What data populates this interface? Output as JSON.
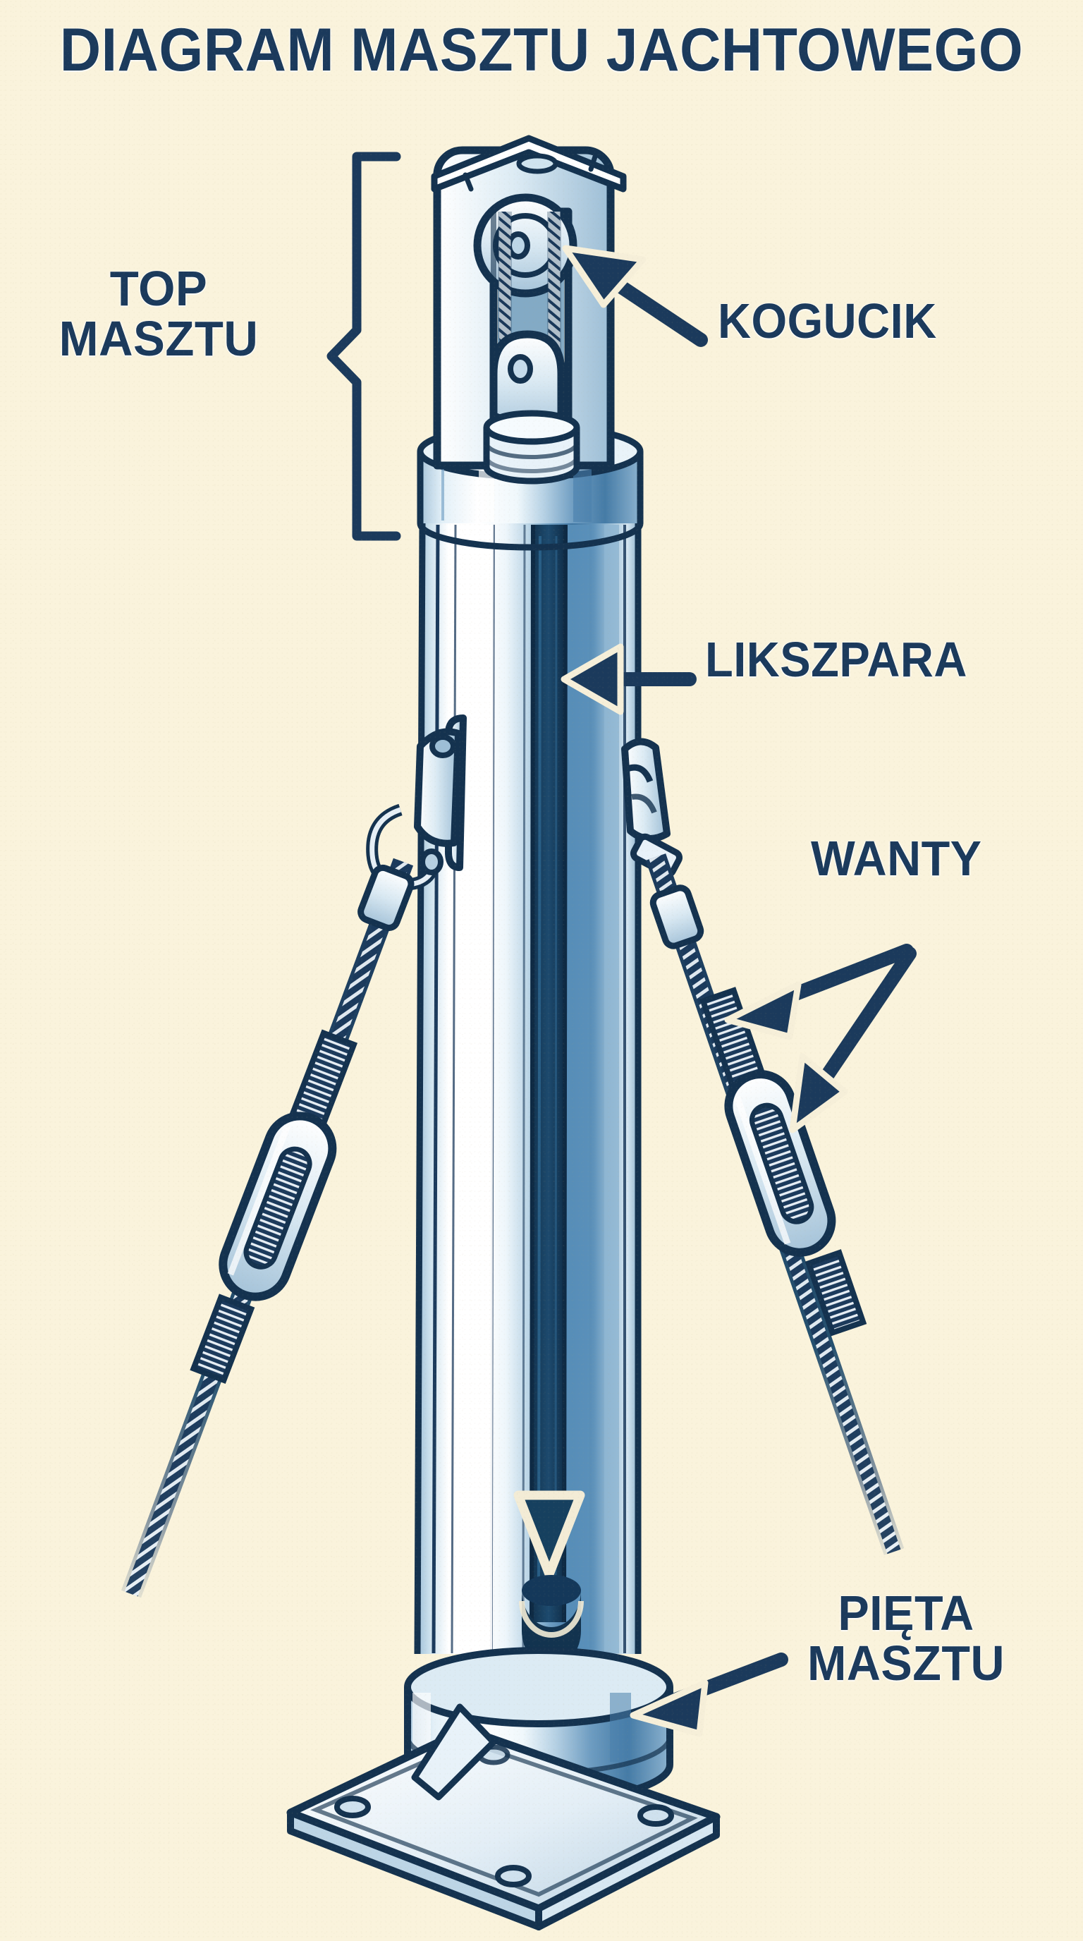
{
  "page": {
    "title": "DIAGRAM MASZTU JACHTOWEGO",
    "language": "pl",
    "background_color": "#faf3dc",
    "ink_color": "#1b3a5c"
  },
  "palette": {
    "paper": "#faf3dc",
    "navy_ink": "#1b3a5c",
    "navy_dark": "#12304f",
    "metal_light": "#ffffff",
    "metal_pale": "#dce9f2",
    "metal_mid": "#a9c6dd",
    "metal_blue": "#5f94bd",
    "metal_deep": "#2d5f8a",
    "groove_dark": "#16405f"
  },
  "labels": {
    "top_masztu": "TOP\nMASZTU",
    "kogucik": "KOGUCIK",
    "likszpara": "LIKSZPARA",
    "wanty": "WANTY",
    "pieta_masztu": "PIĘTA\nMASZTU"
  },
  "annotations": [
    {
      "id": "top-masztu",
      "label": "TOP\nMASZTU",
      "connector": "curly-brace",
      "side": "left",
      "points_to": "masthead-section"
    },
    {
      "id": "kogucik",
      "label": "KOGUCIK",
      "connector": "diagonal-arrow",
      "side": "right",
      "points_to": "masthead-sheave-box"
    },
    {
      "id": "likszpara",
      "label": "LIKSZPARA",
      "connector": "horizontal-arrow",
      "side": "right",
      "points_to": "mast-sail-groove"
    },
    {
      "id": "wanty",
      "label": "WANTY",
      "connector": "double-headed-arrow",
      "side": "right",
      "points_to": "shrouds-both-sides"
    },
    {
      "id": "pieta-masztu",
      "label": "PIĘTA\nMASZTU",
      "connector": "diagonal-arrow",
      "side": "right",
      "points_to": "mast-foot-base-plate"
    }
  ],
  "figure": {
    "subject": "yacht mast",
    "view": "technical illustration, isometric",
    "parts": [
      {
        "name": "masthead-crane",
        "description": "U-shaped masthead bracket with sheaves and halyard rope"
      },
      {
        "name": "sheave-upper",
        "description": "upper halyard sheave with rope"
      },
      {
        "name": "sheave-lower",
        "description": "lower block / sheave"
      },
      {
        "name": "mast-collar",
        "description": "reinforcing collar below masthead"
      },
      {
        "name": "mast-tube",
        "description": "extruded aluminium mast section"
      },
      {
        "name": "mast-sail-groove",
        "description": "luff groove running full height of mast"
      },
      {
        "name": "tang-left",
        "description": "left shroud tang plate with clevis pin"
      },
      {
        "name": "tang-right",
        "description": "right shroud tang plate with clevis pin"
      },
      {
        "name": "shroud-left",
        "description": "port shroud: wire rope with open-body turnbuckle"
      },
      {
        "name": "shroud-right",
        "description": "starboard shroud: wire rope with open-body turnbuckle"
      },
      {
        "name": "groove-exit",
        "description": "V-shaped luff-groove entry slot near mast foot"
      },
      {
        "name": "mast-foot",
        "description": "square base plate with four bolt holes"
      }
    ]
  }
}
